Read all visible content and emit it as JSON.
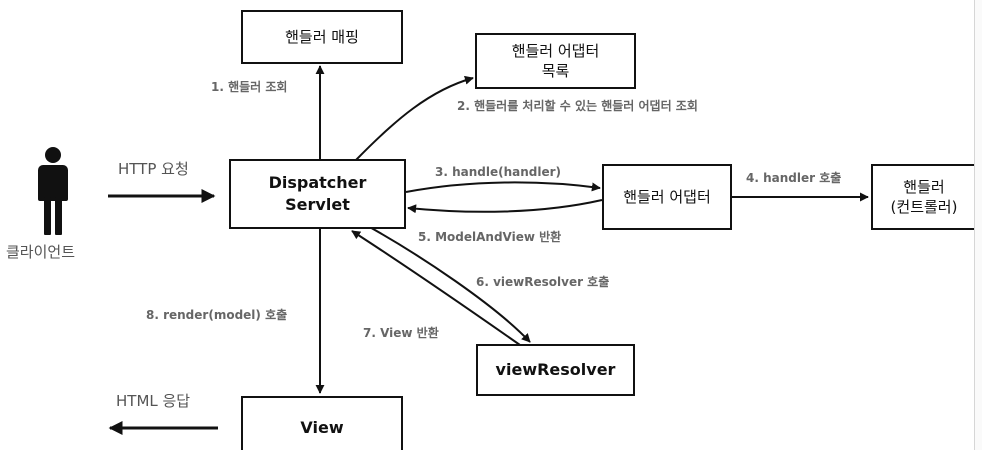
{
  "client": {
    "label": "클라이언트"
  },
  "http_request": {
    "label": "HTTP 요청"
  },
  "http_response": {
    "label": "HTML 응답"
  },
  "boxes": {
    "dispatcher": {
      "line1": "Dispatcher",
      "line2": "Servlet"
    },
    "handler_mapping": {
      "label": "핸들러 매핑"
    },
    "adapter_list": {
      "line1": "핸들러 어댑터",
      "line2": "목록"
    },
    "handler_adapter": {
      "label": "핸들러 어댑터"
    },
    "handler": {
      "line1": "핸들러",
      "line2": "(컨트롤러)"
    },
    "view_resolver": {
      "label": "viewResolver"
    },
    "view": {
      "label": "View"
    }
  },
  "steps": [
    "1. 핸들러 조회",
    "2. 핸들러를 처리할 수 있는 핸들러 어댑터 조회",
    "3. handle(handler)",
    "4. handler 호출",
    "5. ModelAndView 반환",
    "6. viewResolver 호출",
    "7. View 반환",
    "8. render(model) 호출"
  ],
  "colors": {
    "line": "#111111",
    "step_label": "#666666",
    "box_border": "#111111"
  }
}
